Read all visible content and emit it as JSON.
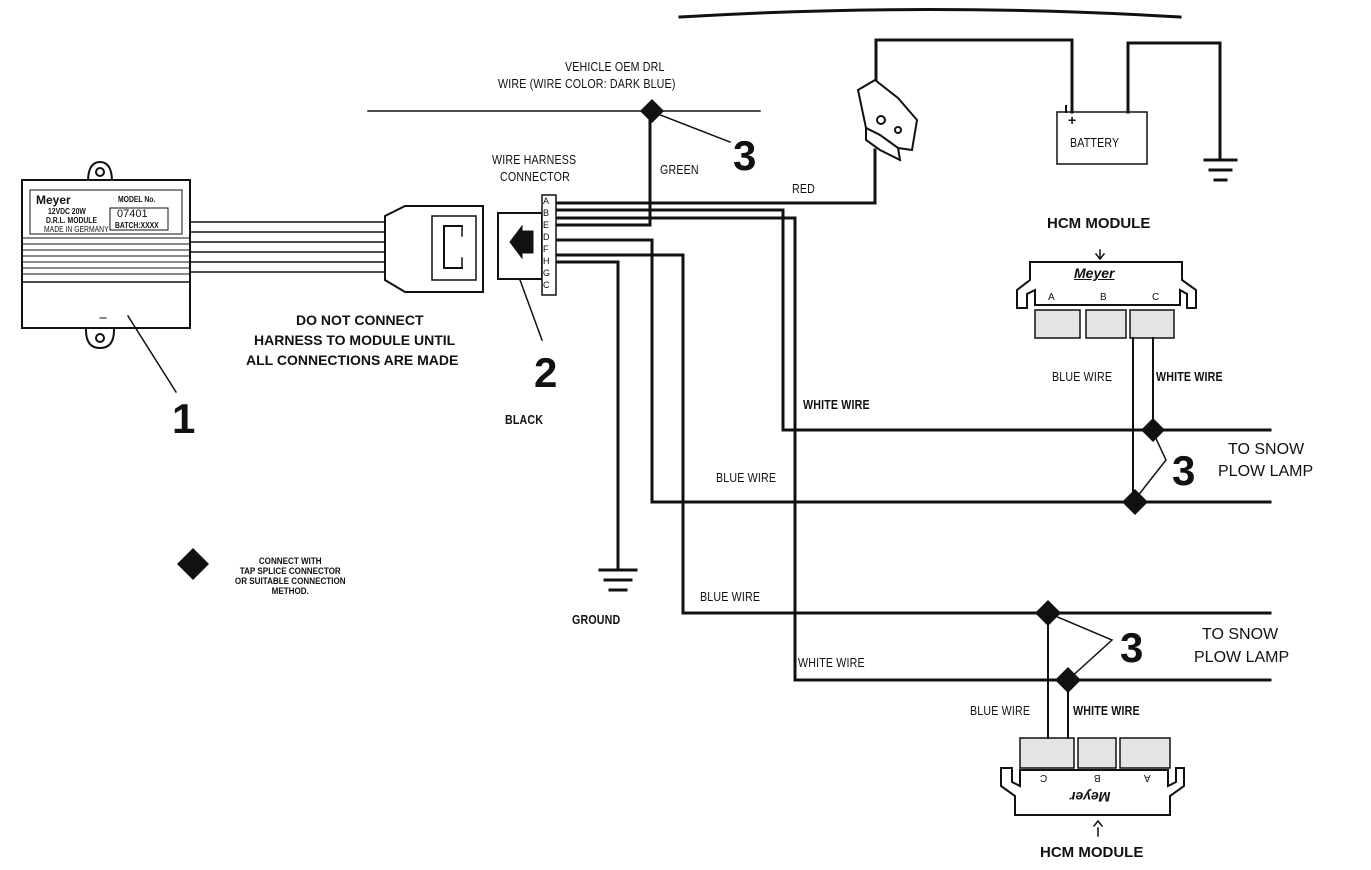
{
  "labels": {
    "vehicle_drl_line1": "VEHICLE OEM DRL",
    "vehicle_drl_line2": "WIRE (WIRE COLOR: DARK BLUE)",
    "wire_harness_line1": "WIRE HARNESS",
    "wire_harness_line2": "CONNECTOR",
    "green": "GREEN",
    "red": "RED",
    "battery": "BATTERY",
    "battery_plus": "+",
    "hcm_module": "HCM MODULE",
    "do_not_connect_line1": "DO NOT CONNECT",
    "do_not_connect_line2": "HARNESS TO MODULE UNTIL",
    "do_not_connect_line3": "ALL CONNECTIONS ARE MADE",
    "black": "BLACK",
    "white_wire": "WHITE WIRE",
    "blue_wire": "BLUE WIRE",
    "ground": "GROUND",
    "to_snow_line1": "TO SNOW",
    "to_snow_line2": "PLOW LAMP",
    "legend_line1": "CONNECT WITH",
    "legend_line2": "TAP SPLICE CONNECTOR",
    "legend_line3": "OR SUITABLE CONNECTION",
    "legend_line4": "METHOD."
  },
  "callouts": {
    "one": "1",
    "two": "2",
    "three": "3"
  },
  "module": {
    "brand": "Meyer",
    "model_label": "MODEL No.",
    "model_number": "07401",
    "batch": "BATCH:XXXX",
    "line1": "12VDC 20W",
    "line2": "D.R.L. MODULE",
    "line3": "MADE IN GERMANY"
  },
  "connector_pins": [
    "A",
    "B",
    "E",
    "D",
    "F",
    "H",
    "G",
    "C"
  ],
  "hcm_pins": [
    "A",
    "B",
    "C"
  ],
  "hcm_brand": "Meyer"
}
